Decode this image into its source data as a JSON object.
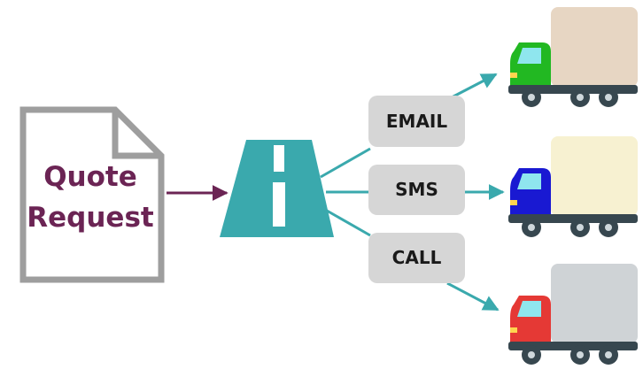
{
  "document": {
    "line1": "Quote",
    "line2": "Request"
  },
  "hub": {
    "icon": "road-icon"
  },
  "channels": [
    {
      "label": "EMAIL"
    },
    {
      "label": "SMS"
    },
    {
      "label": "CALL"
    }
  ],
  "trucks": [
    {
      "icon": "truck-icon",
      "cab_color": "#22b822",
      "cargo_color": "#e7d6c3"
    },
    {
      "icon": "truck-icon",
      "cab_color": "#1919d2",
      "cargo_color": "#f7f1d1"
    },
    {
      "icon": "truck-icon",
      "cab_color": "#e53935",
      "cargo_color": "#cfd3d6"
    }
  ],
  "colors": {
    "accent_teal": "#3aa9ad",
    "doc_arrow": "#6b2454",
    "label_bg": "#d6d6d6",
    "doc_border": "#9e9e9e"
  }
}
